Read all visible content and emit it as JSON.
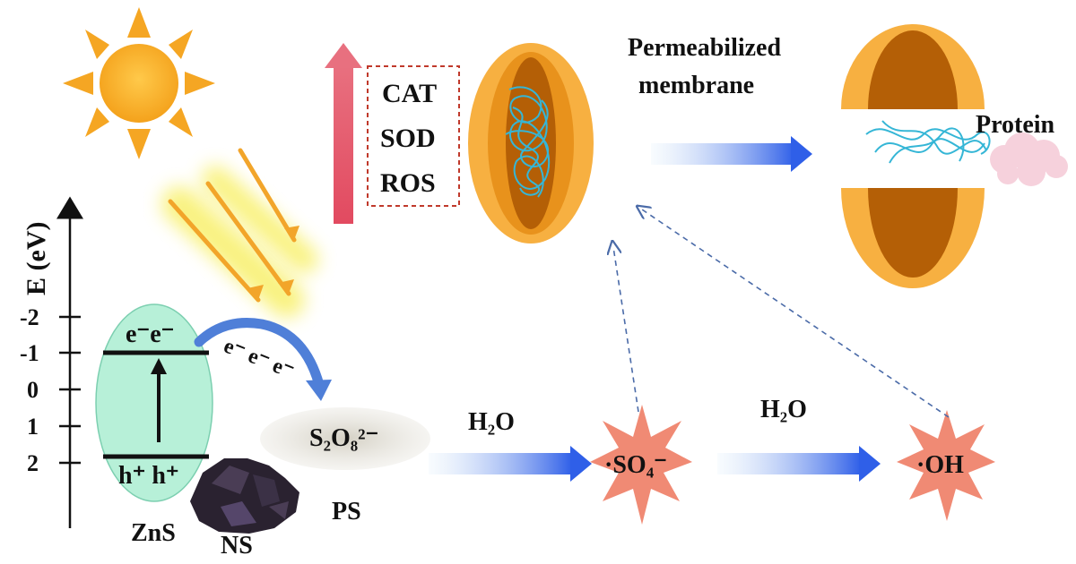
{
  "axis": {
    "title": "E (eV)",
    "ticks": [
      "-2",
      "-1",
      "0",
      "1",
      "2"
    ]
  },
  "band": {
    "electrons": "e⁻e⁻",
    "holes": "h⁺ h⁺",
    "transfer": "e⁻ e⁻ e⁻"
  },
  "labels": {
    "catalyst": "ZnS",
    "support": "NS",
    "persulfate_formula": "S₂O₈²⁻",
    "persulfate_name": "PS",
    "water_1": "H₂O",
    "water_2": "H₂O",
    "sulfate_radical": "·SO₄⁻",
    "hydroxyl_radical": "·OH",
    "membrane_line1": "Permeabilized",
    "membrane_line2": "membrane",
    "protein": "Protein"
  },
  "enzymes": [
    "CAT",
    "SOD",
    "ROS"
  ],
  "colors": {
    "sun": "#f5a623",
    "band_ellipse": "#b7f0d8",
    "up_arrow": "#e0566b",
    "enzyme_box_border": "#c0392b",
    "cell_outer": "#f7b041",
    "cell_inner": "#b45f06",
    "dna": "#35b6d6",
    "flow_arrow": "#3b6df0",
    "radical_star": "#f08a74",
    "protein_cloud": "#f6d1dc"
  }
}
